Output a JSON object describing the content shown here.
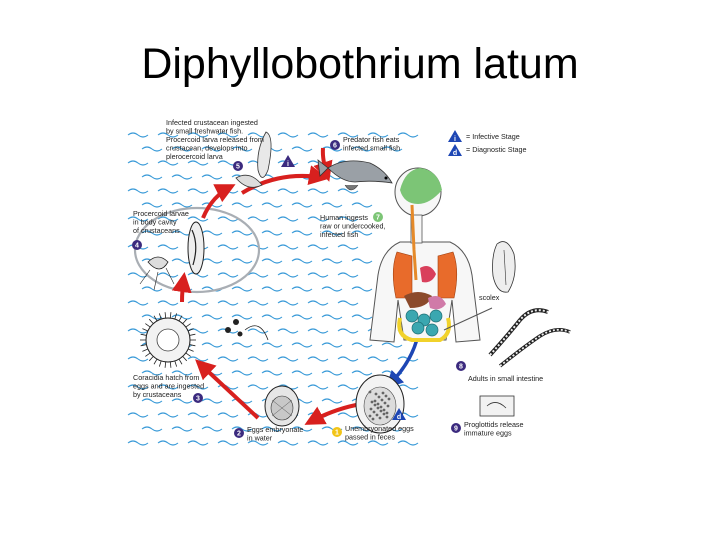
{
  "title": "Diphyllobothrium latum",
  "legend": {
    "infective_symbol": "i",
    "infective_label": "= Infective Stage",
    "diagnostic_symbol": "d",
    "diagnostic_label": "= Diagnostic Stage"
  },
  "stages": [
    {
      "number": "1",
      "lines": [
        "Unembryonated eggs",
        "passed in feces"
      ]
    },
    {
      "number": "2",
      "lines": [
        "Eggs embryonate",
        "in water"
      ]
    },
    {
      "number": "3",
      "lines": [
        "Coracidia hatch from",
        "eggs and are ingested",
        "by crustaceans"
      ]
    },
    {
      "number": "4",
      "lines": [
        "Procercoid larvae",
        "in body cavity",
        "of crustaceans"
      ]
    },
    {
      "number": "5",
      "lines": [
        "Infected crustacean ingested",
        "by small freshwater fish.",
        "Procercoid larva released from",
        "crustacean, develops into",
        "plerocercoid larva"
      ]
    },
    {
      "number": "6",
      "lines": [
        "Predator fish eats",
        "infected small fish"
      ]
    },
    {
      "number": "7",
      "lines": [
        "Human ingests",
        "raw or undercooked,",
        "infected fish"
      ]
    },
    {
      "number": "8",
      "lines": [
        "Adults in small intestine"
      ]
    },
    {
      "number": "9",
      "lines": [
        "Proglottids release",
        "immature eggs"
      ]
    }
  ],
  "scolex_label": "scolex",
  "colors": {
    "arrow_red": "#d8201e",
    "arrow_blue": "#1d46b4",
    "badge_purple": "#3b2a7e",
    "badge_yellow": "#f2c417",
    "water": "#3b9bd8",
    "highlight_circle": "#a9aeb4"
  }
}
